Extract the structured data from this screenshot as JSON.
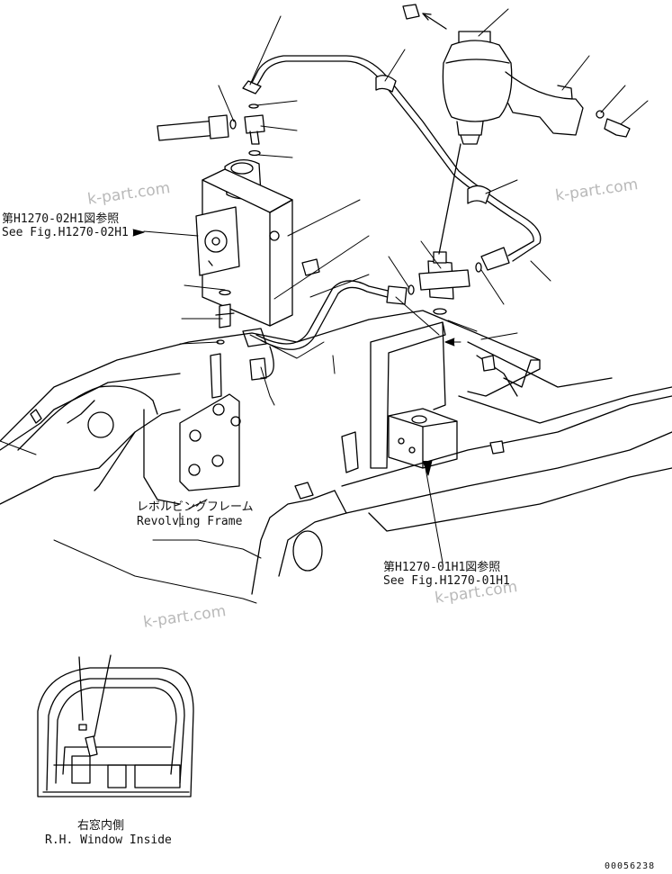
{
  "diagram": {
    "refs": {
      "fig1_ja": "第H1270-02H1図参照",
      "fig1_en": "See Fig.H1270-02H1",
      "fig2_ja": "第H1270-01H1図参照",
      "fig2_en": "See Fig.H1270-01H1"
    },
    "frame": {
      "ja": "レボルビングフレーム",
      "en": "Revolving Frame"
    },
    "inset": {
      "ja": "右窓内側",
      "en": "R.H. Window Inside"
    },
    "watermarks": [
      "k-part.com",
      "k-part.com",
      "k-part.com",
      "k-part.com"
    ],
    "drawing_code": "00056238",
    "line_color": "#000000",
    "watermark_color": "#b9b9b9"
  }
}
